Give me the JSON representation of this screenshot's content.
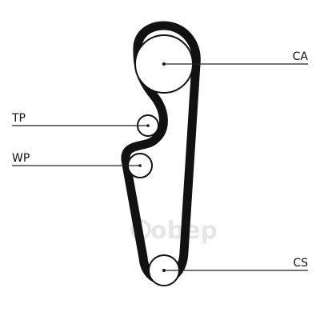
{
  "labels": {
    "ca": "CA",
    "tp": "TP",
    "wp": "WP",
    "cs": "CS"
  },
  "watermark": "obep",
  "colors": {
    "ink": "#111111",
    "watermark": "#e6e6e6",
    "background": "#ffffff"
  }
}
